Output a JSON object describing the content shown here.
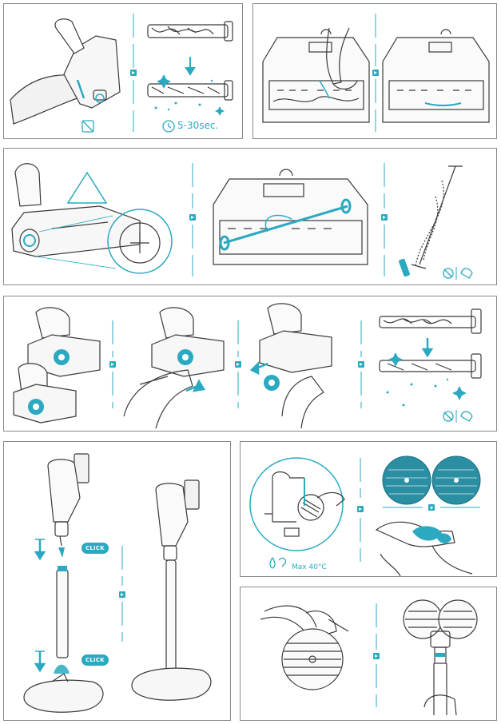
{
  "panel1": {
    "time_label": "5-30sec."
  },
  "panel6": {
    "water_temp_label": "Max 40°C"
  },
  "panel7": {
    "click_label_top": "CLICK",
    "click_label_bottom": "CLICK"
  },
  "colors": {
    "accent": "#2aa9c0",
    "line": "#3a3a3a",
    "frame": "#8a8a8a"
  },
  "icons": [
    "no-wash-icon",
    "timer-icon",
    "water-drops-icon",
    "hand-icon",
    "no-water-icon",
    "cut-warning-icon",
    "next-step-arrow-icon",
    "sparkle-icon"
  ]
}
